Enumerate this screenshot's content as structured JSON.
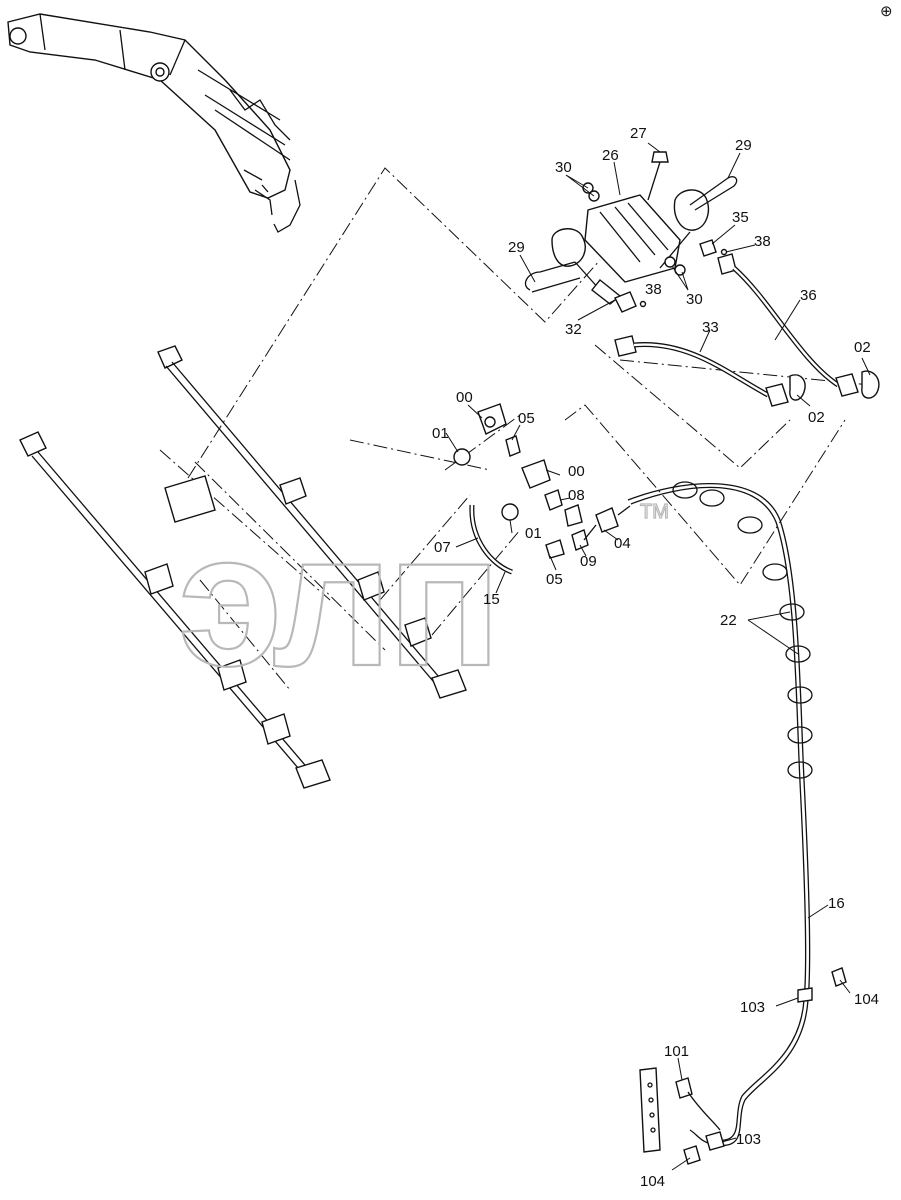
{
  "watermark": {
    "text": "элп",
    "trademark": "TM"
  },
  "corner_mark": "⊕",
  "callouts": {
    "c27": "27",
    "c26": "26",
    "c29a": "29",
    "c30a": "30",
    "c35": "35",
    "c38a": "38",
    "c29b": "29",
    "c38b": "38",
    "c30b": "30",
    "c32": "32",
    "c33": "33",
    "c36": "36",
    "c02a": "02",
    "c02b": "02",
    "c00a": "00",
    "c05a": "05",
    "c01a": "01",
    "c00b": "00",
    "c08": "08",
    "c07": "07",
    "c01b": "01",
    "c04": "04",
    "c09": "09",
    "c05b": "05",
    "c15": "15",
    "c22": "22",
    "c16": "16",
    "c103a": "103",
    "c104a": "104",
    "c101": "101",
    "c103b": "103",
    "c104b": "104"
  }
}
